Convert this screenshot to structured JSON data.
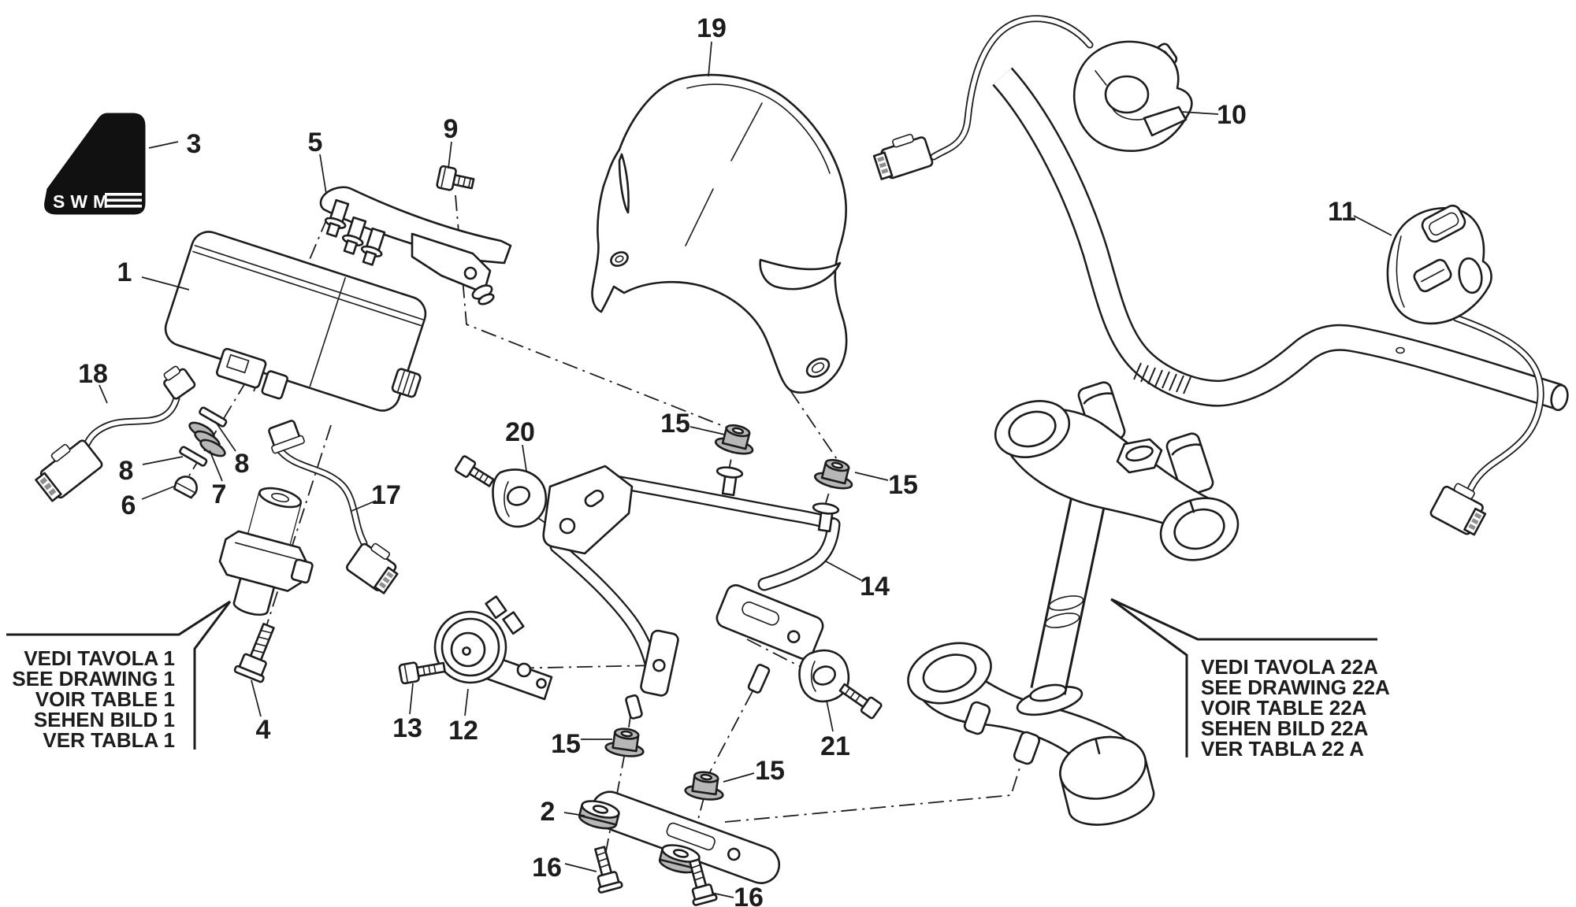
{
  "badge": {
    "text": "SWM"
  },
  "callouts": [
    "1",
    "2",
    "3",
    "4",
    "5",
    "6",
    "7",
    "8",
    "8",
    "9",
    "10",
    "11",
    "12",
    "13",
    "14",
    "15",
    "15",
    "15",
    "15",
    "16",
    "16",
    "17",
    "18",
    "19",
    "20",
    "21"
  ],
  "ref_boxes": {
    "left": {
      "lines": [
        "VEDI TAVOLA 1",
        "SEE DRAWING 1",
        "VOIR TABLE 1",
        "SEHEN BILD 1",
        "VER TABLA 1"
      ]
    },
    "right": {
      "lines": [
        "VEDI TAVOLA 22A",
        "SEE DRAWING 22A",
        "VOIR TABLE 22A",
        "SEHEN BILD 22A",
        "VER TABLA 22 A"
      ]
    }
  },
  "colors": {
    "line": "#1c1c1c",
    "rubber_fill": "#b7b7b7",
    "badge_fill": "#111111",
    "badge_text": "#ffffff",
    "background": "#ffffff"
  }
}
